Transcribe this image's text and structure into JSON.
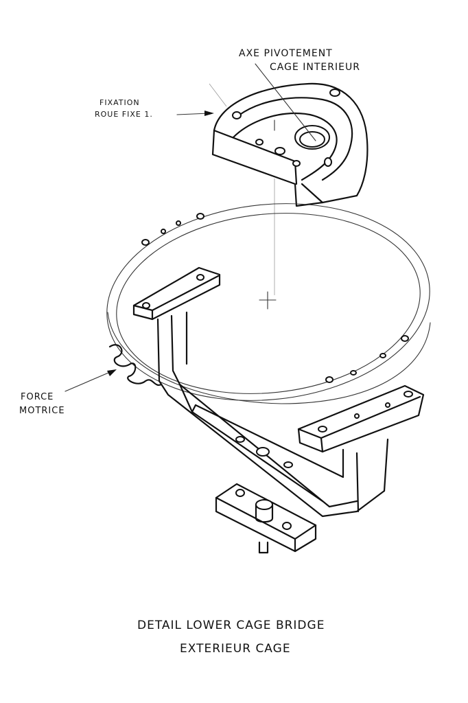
{
  "labels": {
    "axe_line1": "AXE PIVOTEMENT",
    "axe_line2": "CAGE INTERIEUR",
    "fixation_line1": "FIXATION",
    "fixation_line2": "ROUE FIXE 1.",
    "force_line1": "FORCE",
    "force_line2": "MOTRICE"
  },
  "caption": {
    "line1": "DETAIL LOWER CAGE BRIDGE",
    "line2": "EXTERIEUR CAGE"
  }
}
